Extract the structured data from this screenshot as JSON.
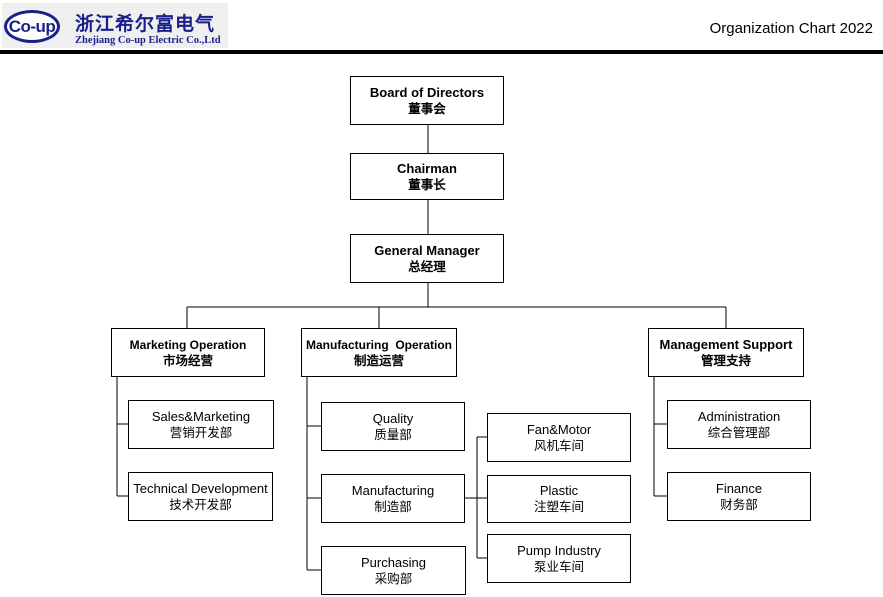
{
  "header": {
    "logo_text": "Co-up",
    "company_cn": "浙江希尔富电气",
    "company_en": "Zhejiang Co-up Electric Co.,Ltd",
    "chart_title": "Organization Chart 2022"
  },
  "org": {
    "board": {
      "en": "Board of Directors",
      "cn": "董事会"
    },
    "chairman": {
      "en": "Chairman",
      "cn": "董事长"
    },
    "gm": {
      "en": "General Manager",
      "cn": "总经理"
    },
    "marketing_op": {
      "en": "Marketing Operation",
      "cn": "市场经营"
    },
    "manufacturing_op": {
      "en": "Manufacturing  Operation",
      "cn": "制造运营"
    },
    "management_support": {
      "en": "Management Support",
      "cn": "管理支持"
    },
    "sales_marketing": {
      "en": "Sales&Marketing",
      "cn": "营销开发部"
    },
    "technical_dev": {
      "en": "Technical Development",
      "cn": "技术开发部"
    },
    "quality": {
      "en": "Quality",
      "cn": "质量部"
    },
    "manufacturing": {
      "en": "Manufacturing",
      "cn": "制造部"
    },
    "purchasing": {
      "en": "Purchasing",
      "cn": "采购部"
    },
    "fan_motor": {
      "en": "Fan&Motor",
      "cn": "风机车间"
    },
    "plastic": {
      "en": "Plastic",
      "cn": "注塑车间"
    },
    "pump_industry": {
      "en": "Pump Industry",
      "cn": "泵业车间"
    },
    "administration": {
      "en": "Administration",
      "cn": "综合管理部"
    },
    "finance": {
      "en": "Finance",
      "cn": "财务部"
    }
  }
}
